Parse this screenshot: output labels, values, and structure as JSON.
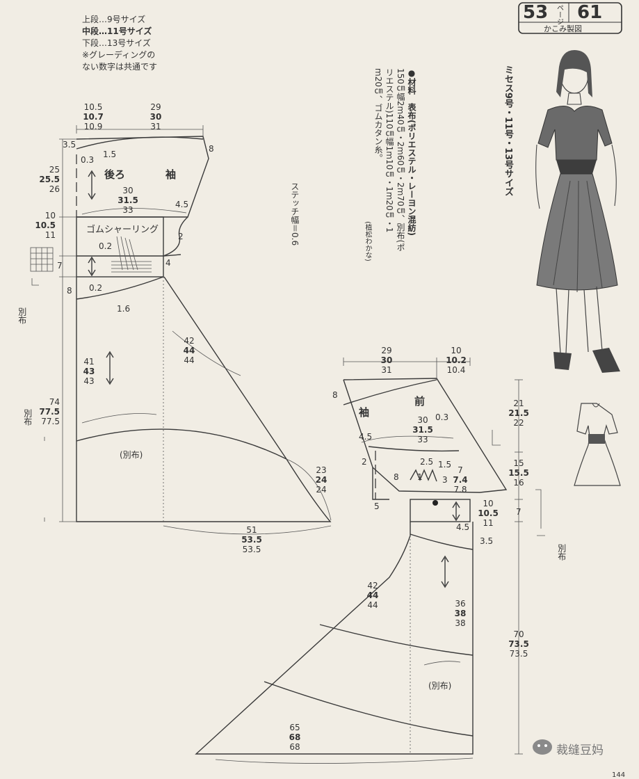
{
  "header": {
    "page_left": "53",
    "page_unit": "ページ",
    "page_right": "61",
    "publisher": "かこみ製図"
  },
  "legend": {
    "line1": "上段…9号サイズ",
    "line2": "中段…11号サイズ",
    "line3": "下段…13号サイズ",
    "line4": "※グレーディングの",
    "line5": "ない数字は共通です"
  },
  "materials": {
    "col1": "●材料　表布(ポリエステル・レーヨン混紡)",
    "col2": "150㎝幅2m40㎝・2m60㎝・2m70㎝、別布(ポ",
    "col3": "リエステル)110㎝幅1m10㎝・1m20㎝・1",
    "col4": "m20㎝、ゴムカタン糸。",
    "col5": "(植松わかな)"
  },
  "size_title": "ミセス9号・11号・13号サイズ",
  "stitch_label": "ステッチ幅＝0.6",
  "back": {
    "title_back": "後ろ",
    "title_sleeve": "袖",
    "shirring": "ゴムシャーリング",
    "betsununo": "(別布)",
    "side_betsu1": "別布",
    "side_betsu2": "別布",
    "top_a": [
      "10.5",
      "10.7",
      "10.9"
    ],
    "top_b": [
      "29",
      "30",
      "31"
    ],
    "d35": "3.5",
    "d15": "1.5",
    "d03": "0.3",
    "d8": "8",
    "left_a": [
      "25",
      "25.5",
      "26"
    ],
    "mid_a": [
      "30",
      "31.5",
      "33"
    ],
    "d45": "4.5",
    "d2": "2",
    "left_b": [
      "10",
      "10.5",
      "11"
    ],
    "d02": "0.2",
    "d7": "7",
    "d4": "4",
    "d02b": "0.2",
    "d8b": "8",
    "d16": "1.6",
    "inner_a": [
      "41",
      "43",
      "43"
    ],
    "diag_a": [
      "42",
      "44",
      "44"
    ],
    "left_c": [
      "74",
      "77.5",
      "77.5"
    ],
    "right_a": [
      "23",
      "24",
      "24"
    ],
    "bottom": [
      "51",
      "53.5",
      "53.5"
    ]
  },
  "front": {
    "title_front": "前",
    "title_sleeve": "袖",
    "betsununo": "(別布)",
    "side_betsu": "別布",
    "top_a": [
      "29",
      "30",
      "31"
    ],
    "top_b": [
      "10",
      "10.2",
      "10.4"
    ],
    "d8": "8",
    "d03": "0.3",
    "mid": [
      "30",
      "31.5",
      "33"
    ],
    "d45": "4.5",
    "d2": "2",
    "d8b": "8",
    "d5": "5",
    "d25": "2.5",
    "d15": "1.5",
    "d1": "1",
    "d3": "3",
    "d7": [
      "7",
      "7.4",
      "7.8"
    ],
    "d10": [
      "10",
      "10.5",
      "11"
    ],
    "d45b": "4.5",
    "d35": "3.5",
    "right_a": [
      "21",
      "21.5",
      "22"
    ],
    "right_b": [
      "15",
      "15.5",
      "16"
    ],
    "d7b": "7",
    "diag": [
      "42",
      "44",
      "44"
    ],
    "inner": [
      "36",
      "38",
      "38"
    ],
    "right_c": [
      "70",
      "73.5",
      "73.5"
    ],
    "bottom": [
      "65",
      "68",
      "68"
    ]
  },
  "watermark": "裁缝豆妈",
  "page_no": "144"
}
